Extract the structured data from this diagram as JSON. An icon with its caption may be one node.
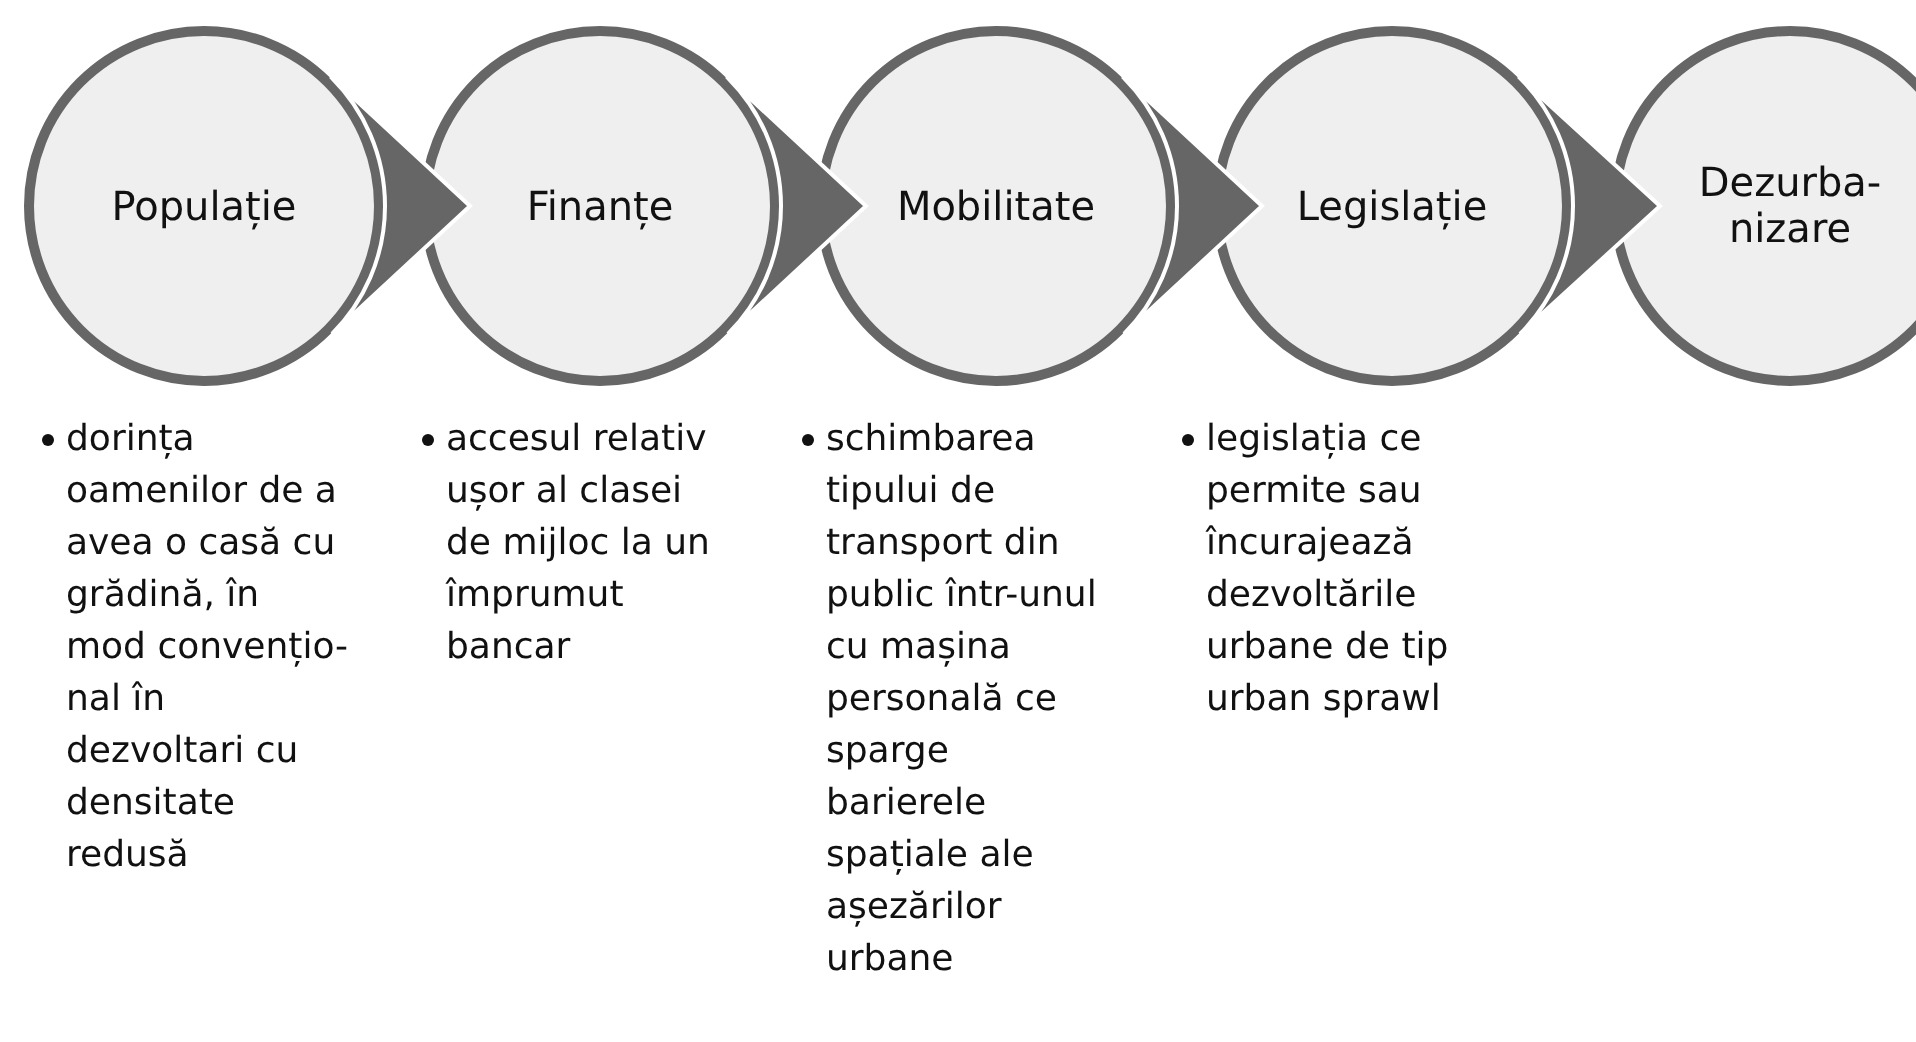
{
  "diagram": {
    "nodes": [
      {
        "text": [
          "Populație"
        ],
        "beside": [
          "dorința oamenilor de a avea o casă cu grădină, în mod convențio-nal în dezvoltari cu densitate redusă"
        ]
      },
      {
        "text": [
          "Finanțe"
        ],
        "beside": [
          "accesul relativ ușor al clasei de mijloc la un împrumut bancar"
        ]
      },
      {
        "text": [
          "Mobilitate"
        ],
        "beside": [
          "schimbarea tipului de transport din public într-unul cu mașina personală ce sparge barierele spațiale ale așezărilor urbane"
        ]
      },
      {
        "text": [
          "Legislație"
        ],
        "beside": [
          "legislația ce permite sau încurajează dezvoltările urbane de tip urban sprawl"
        ]
      },
      {
        "text": [
          "Dezurba-nizare"
        ]
      }
    ],
    "edges": [
      {
        "from": 0,
        "to": 1,
        "arrow": "to"
      },
      {
        "from": 1,
        "to": 2,
        "arrow": "to"
      },
      {
        "from": 2,
        "to": 3,
        "arrow": "to"
      },
      {
        "from": 3,
        "to": 4,
        "arrow": "to"
      }
    ]
  }
}
